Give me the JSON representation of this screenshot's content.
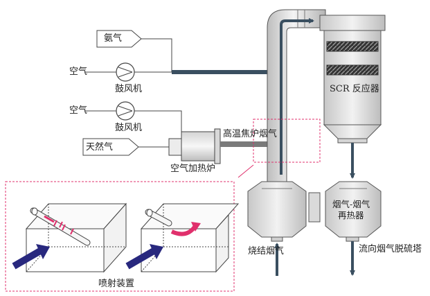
{
  "labels": {
    "ammonia": "氨气",
    "air1": "空气",
    "blower1": "鼓风机",
    "air2": "空气",
    "blower2": "鼓风机",
    "natural_gas": "天然气",
    "air_heater": "空气加热炉",
    "coke_gas": "高温焦炉烟气",
    "scr": "SCR 反应器",
    "reheater_line1": "烟气-烟气",
    "reheater_line2": "再热器",
    "sinter_gas": "烧结烟气",
    "to_desulf": "流向烟气脱硫塔",
    "injection": "喷射装置"
  },
  "colors": {
    "main_flow": "#3a4f60",
    "hot_gas": "#7a7a7a",
    "injection_arrow": "#28287e",
    "jet_arrow": "#e0306c",
    "detail_border": "#e0306c",
    "equipment_fill": "#e6e6e6"
  },
  "icons": [
    "blower-fan-icon",
    "flow-arrow-icon",
    "catalyst-layer-icon"
  ]
}
